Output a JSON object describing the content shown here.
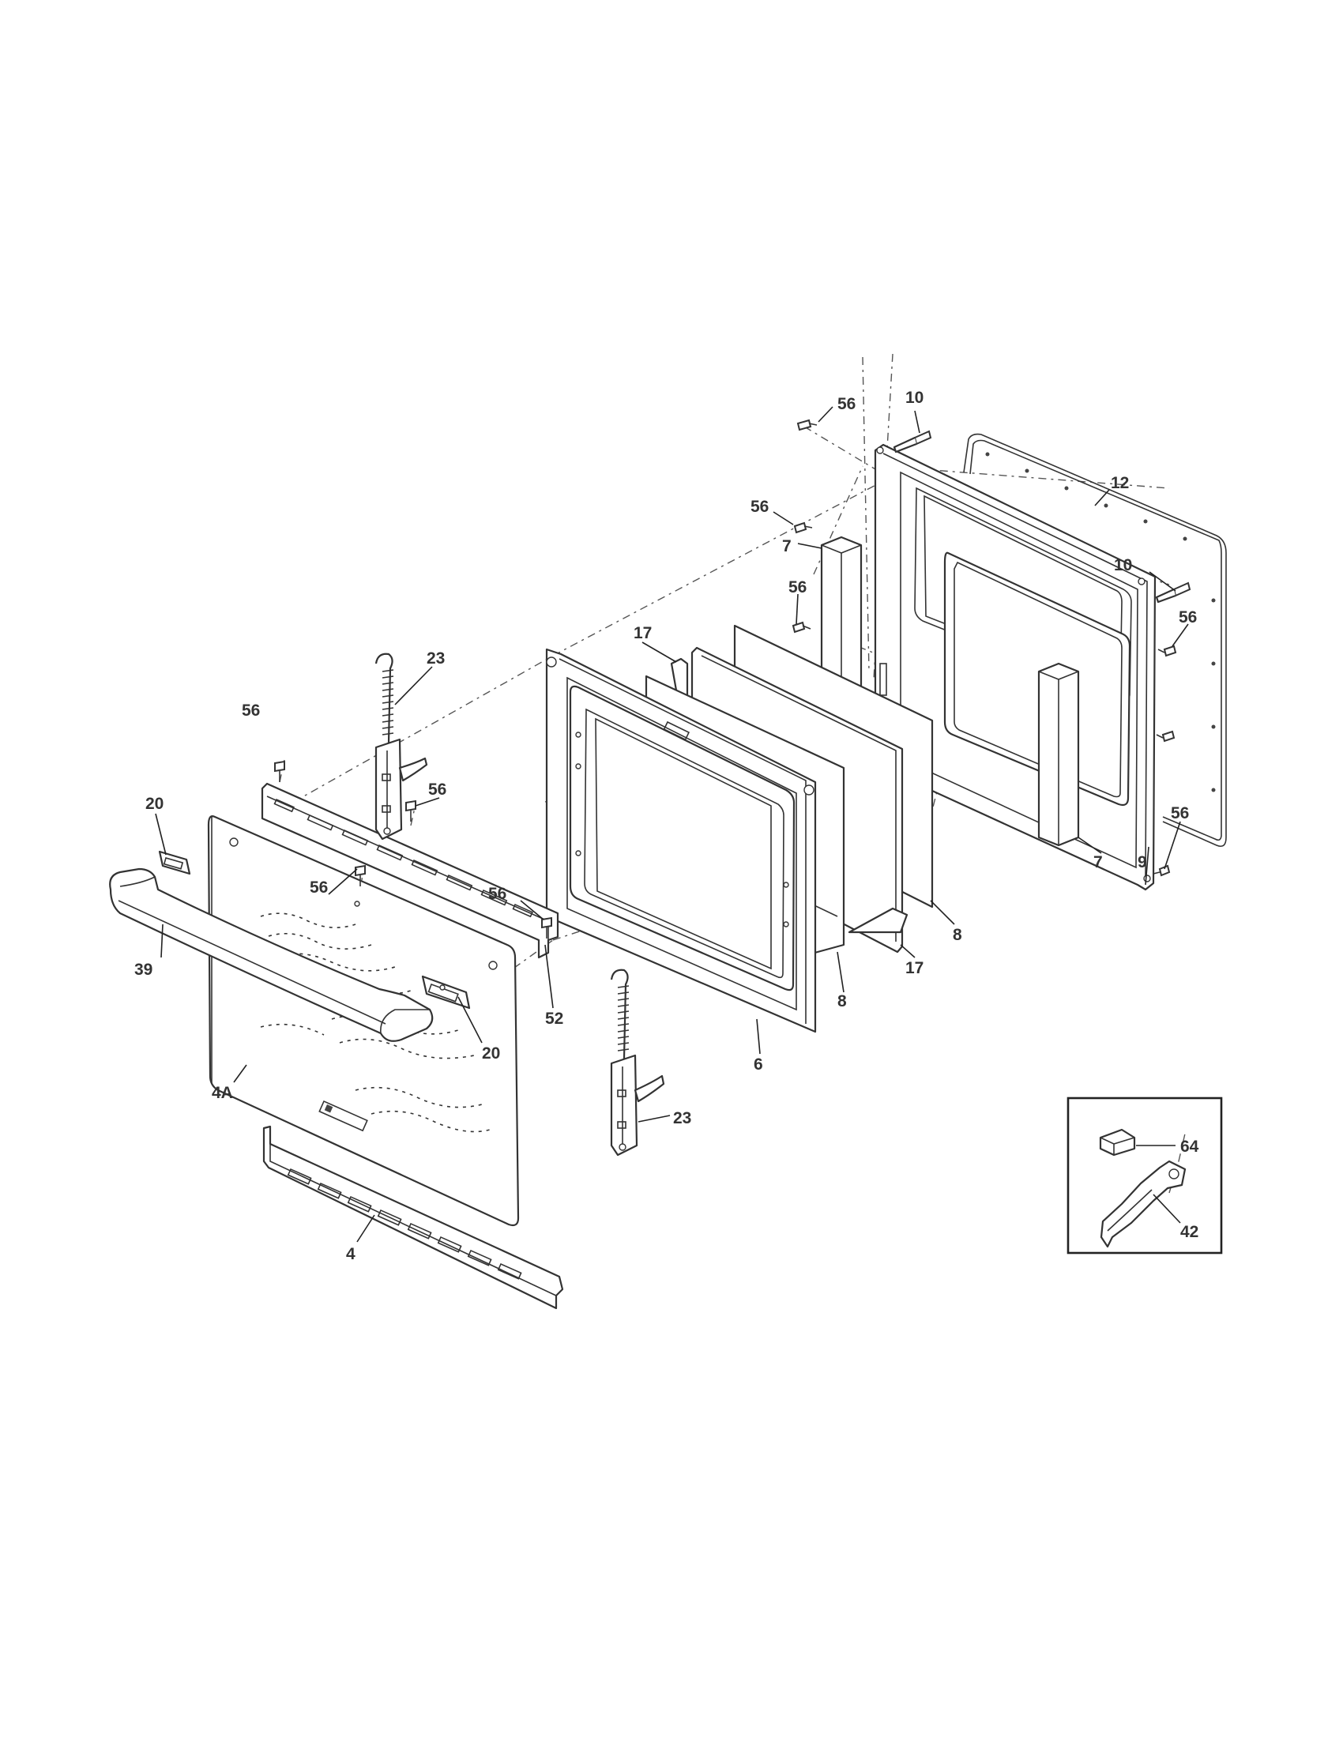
{
  "callouts": {
    "c56_top": "56",
    "c10_top": "10",
    "c12": "12",
    "c56_b": "56",
    "c7_top": "7",
    "c10_right": "10",
    "c56_c": "56",
    "c56_right": "56",
    "c17_top": "17",
    "c23_top": "23",
    "c56_d": "56",
    "c56_e": "56",
    "c20_left": "20",
    "c56_f": "56",
    "c56_g": "56",
    "c56_right_low": "56",
    "c7_bottom": "7",
    "c9": "9",
    "c8_right": "8",
    "c17_bottom": "17",
    "c8_bottom": "8",
    "c39": "39",
    "c52": "52",
    "c6": "6",
    "c20_right": "20",
    "c4A": "4A",
    "c23_bottom": "23",
    "c4": "4",
    "c64": "64",
    "c42": "42"
  }
}
